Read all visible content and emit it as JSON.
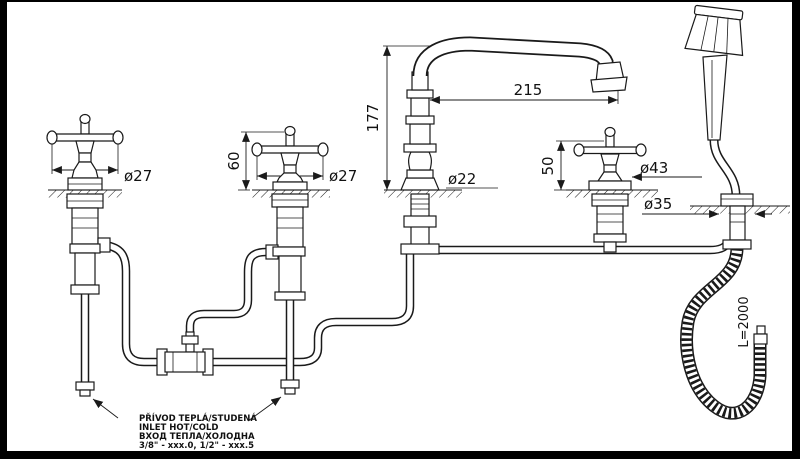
{
  "dimensions": {
    "left_handle_dia": "ø27",
    "second_handle_dia": "ø27",
    "second_valve_height": "60",
    "spout_height": "177",
    "spout_reach": "215",
    "spout_shank_dia": "ø22",
    "right_valve_height": "50",
    "right_escutcheon_dia": "ø43",
    "shower_escutcheon_dia": "ø35",
    "hose_length": "L=2000"
  },
  "notes": {
    "line1": "PŘÍVOD TEPLÁ/STUDENÁ",
    "line2": "INLET HOT/COLD",
    "line3": "ВХОД ТЕПЛА/ХОЛОДНА",
    "line4": "3/8\" - xxx.0,  1/2\" - xxx.5"
  },
  "colors": {
    "line": "#1a1a1a",
    "background": "#ffffff",
    "frame": "#000000"
  }
}
